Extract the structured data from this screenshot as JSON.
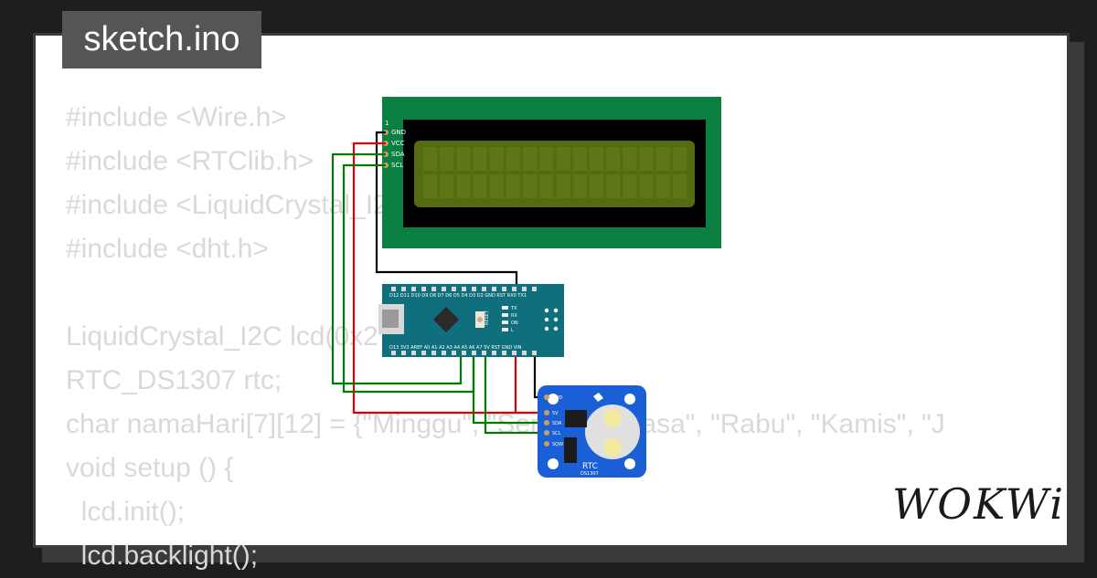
{
  "window": {
    "title": "sketch.ino"
  },
  "code": {
    "lines": [
      "#include <Wire.h>",
      "#include <RTClib.h>",
      "#include <LiquidCrystal_I2C.h>",
      "#include <dht.h>",
      "",
      "LiquidCrystal_I2C lcd(0x27, 16, 2);",
      "RTC_DS1307 rtc;",
      "char namaHari[7][12] = {\"Minggu\", \"Senin\", \"Selasa\", \"Rabu\", \"Kamis\", \"J",
      "void setup () {",
      "  lcd.init();",
      "  lcd.backlight();"
    ]
  },
  "lcd": {
    "pin_one": "1",
    "pins": [
      "GND",
      "VCC",
      "SDA",
      "SCL"
    ],
    "colors": {
      "board": "#0a7f41",
      "bezel": "#000000",
      "screen": "#556b12"
    }
  },
  "arduino": {
    "top_pins": "D12 D11 D10 D9 D8 D7 D6 D5 D4 D3 D2 GND RST RX0 TX1",
    "bottom_pins": "D13 3V3 AREF A0 A1 A2 A3 A4 A5 A6 A7 5V RST GND VIN",
    "led_labels": [
      "TX",
      "RX",
      "ON",
      "L"
    ],
    "reset_label": "RESET",
    "color": "#0f6f7c"
  },
  "rtc": {
    "label": "RTC",
    "model": "DS1307",
    "pins": [
      "GND",
      "5V",
      "SDA",
      "SCL",
      "SQW"
    ],
    "color": "#1b5fd6"
  },
  "wires": {
    "gnd": "#000000",
    "vcc": "#dd0000",
    "data": "#007a00"
  },
  "brand": {
    "name": "WOKWi"
  }
}
